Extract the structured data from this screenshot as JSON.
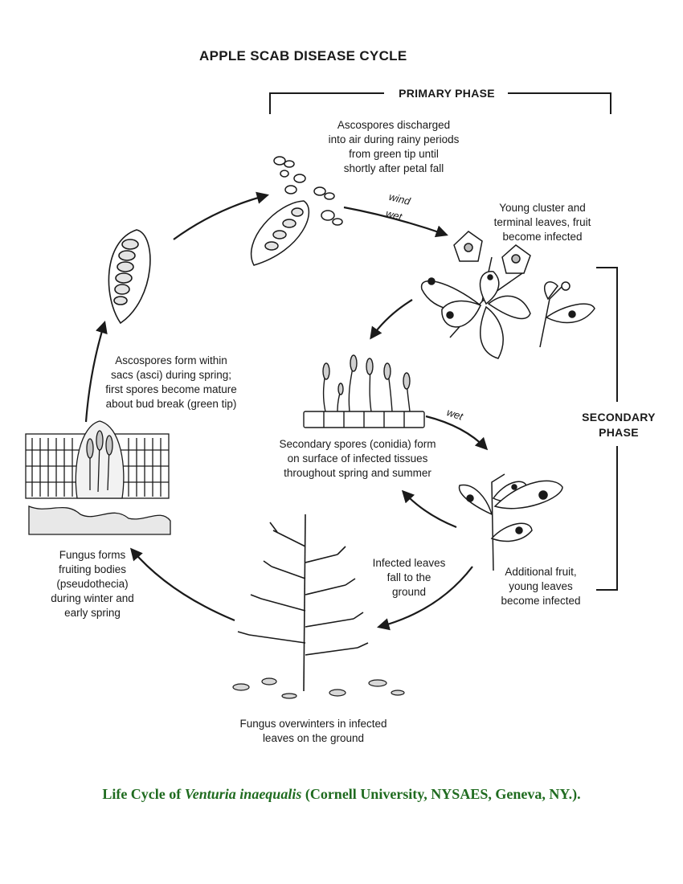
{
  "title": "APPLE SCAB DISEASE CYCLE",
  "phases": {
    "primary": "PRIMARY PHASE",
    "secondary": [
      "SECONDARY",
      "PHASE"
    ]
  },
  "stages": {
    "ascospores_discharged": [
      "Ascospores discharged",
      "into air during rainy periods",
      "from green tip until",
      "shortly after petal fall"
    ],
    "young_leaves_infected": [
      "Young cluster and",
      "terminal leaves, fruit",
      "become infected"
    ],
    "conidia_form": [
      "Secondary spores (conidia) form",
      "on surface of infected tissues",
      "throughout spring and summer"
    ],
    "additional_fruit": [
      "Additional fruit,",
      "young leaves",
      "become infected"
    ],
    "leaves_fall": [
      "Infected leaves",
      "fall to the",
      "ground"
    ],
    "overwinters": [
      "Fungus overwinters in infected",
      "leaves on the ground"
    ],
    "fruiting_bodies": [
      "Fungus forms",
      "fruiting bodies",
      "(pseudothecia)",
      "during winter and",
      "early spring"
    ],
    "ascospores_form": [
      "Ascospores form within",
      "sacs (asci) during spring;",
      "first spores become mature",
      "about bud break (green tip)"
    ]
  },
  "arrow_labels": {
    "wind": "wind",
    "wet_1": "wet",
    "wet_2": "wet"
  },
  "caption": {
    "prefix": "Life Cycle of ",
    "species": "Venturia inaequalis",
    "suffix": " (Cornell University, NYSAES, Geneva, NY.)."
  }
}
